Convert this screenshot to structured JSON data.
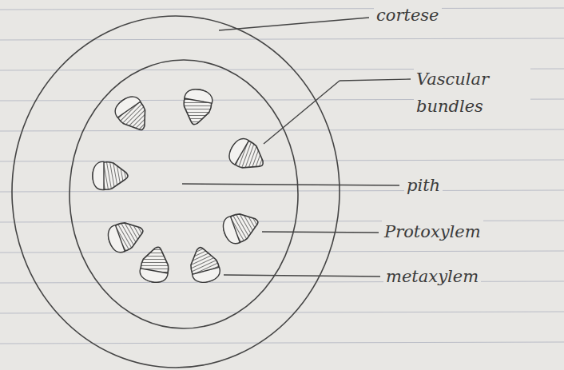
{
  "diagram": {
    "labels": [
      "cortese",
      "Vascular bundles",
      "pith",
      "Protoxylem",
      "metaxylem"
    ]
  }
}
